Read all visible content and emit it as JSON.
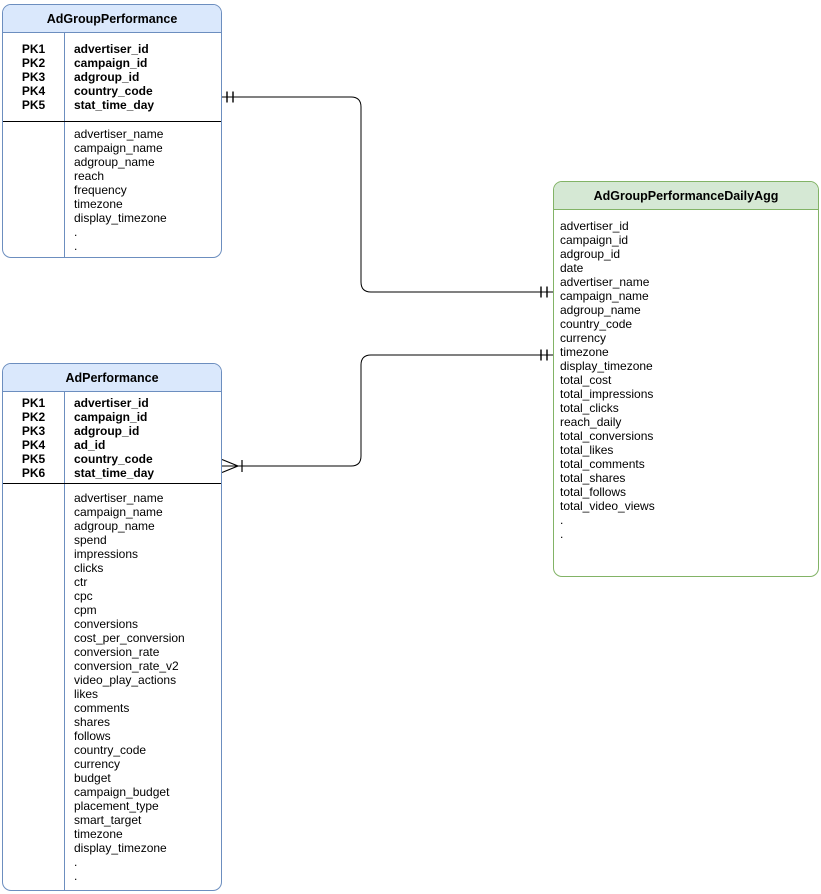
{
  "diagram": {
    "type": "entity-relationship",
    "colors": {
      "blue_header_fill": "#dae8fc",
      "blue_border": "#6c8ebf",
      "green_header_fill": "#d5e8d4",
      "green_border": "#82b366",
      "connector": "#000000",
      "divider": "#000000"
    },
    "tables": [
      {
        "title": "AdGroupPerformance",
        "theme": "blue",
        "primary_keys": [
          {
            "key": "PK1",
            "field": "advertiser_id"
          },
          {
            "key": "PK2",
            "field": "campaign_id"
          },
          {
            "key": "PK3",
            "field": "adgroup_id"
          },
          {
            "key": "PK4",
            "field": "country_code"
          },
          {
            "key": "PK5",
            "field": "stat_time_day"
          }
        ],
        "attributes": [
          "advertiser_name",
          "campaign_name",
          "adgroup_name",
          "reach",
          "frequency",
          "timezone",
          "display_timezone",
          ".",
          "."
        ]
      },
      {
        "title": "AdGroupPerformanceDailyAgg",
        "theme": "green",
        "primary_keys": [],
        "attributes": [
          "advertiser_id",
          "campaign_id",
          "adgroup_id",
          "date",
          "advertiser_name",
          "campaign_name",
          "adgroup_name",
          "country_code",
          "currency",
          "timezone",
          "display_timezone",
          "total_cost",
          "total_impressions",
          "total_clicks",
          "reach_daily",
          "total_conversions",
          "total_likes",
          "total_comments",
          "total_shares",
          "total_follows",
          "total_video_views",
          ".",
          "."
        ]
      },
      {
        "title": "AdPerformance",
        "theme": "blue",
        "primary_keys": [
          {
            "key": "PK1",
            "field": "advertiser_id"
          },
          {
            "key": "PK2",
            "field": "campaign_id"
          },
          {
            "key": "PK3",
            "field": "adgroup_id"
          },
          {
            "key": "PK4",
            "field": "ad_id"
          },
          {
            "key": "PK5",
            "field": "country_code"
          },
          {
            "key": "PK6",
            "field": "stat_time_day"
          }
        ],
        "attributes": [
          "advertiser_name",
          "campaign_name",
          "adgroup_name",
          "spend",
          "impressions",
          "clicks",
          "ctr",
          "cpc",
          "cpm",
          "conversions",
          "cost_per_conversion",
          "conversion_rate",
          "conversion_rate_v2",
          "video_play_actions",
          "likes",
          "comments",
          "shares",
          "follows",
          "country_code",
          "currency",
          "budget",
          "campaign_budget",
          "placement_type",
          "smart_target",
          "timezone",
          "display_timezone",
          ".",
          "."
        ]
      }
    ],
    "relationships": [
      {
        "from": "AdGroupPerformance",
        "to": "AdGroupPerformanceDailyAgg",
        "from_cardinality": "exactly-one",
        "to_cardinality": "exactly-one"
      },
      {
        "from": "AdPerformance",
        "to": "AdGroupPerformanceDailyAgg",
        "from_cardinality": "one-or-many",
        "to_cardinality": "exactly-one"
      }
    ]
  }
}
